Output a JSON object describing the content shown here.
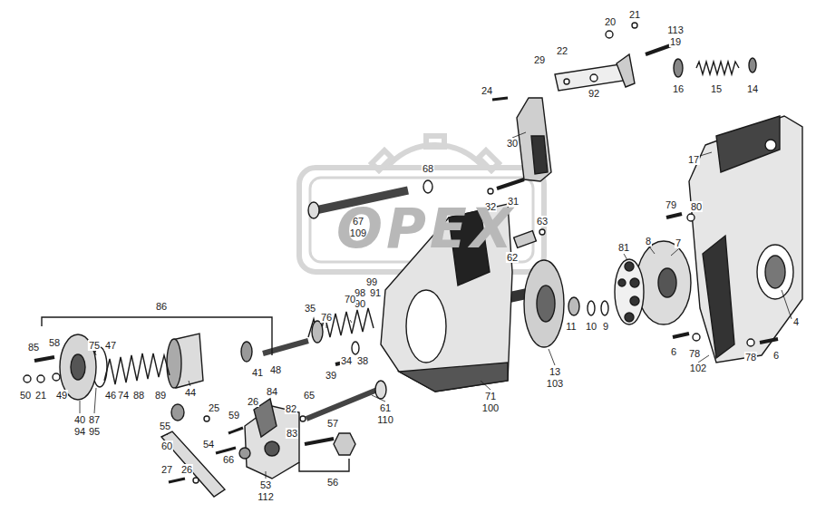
{
  "diagram": {
    "labels": [
      "20",
      "21",
      "113",
      "19",
      "22",
      "29",
      "92",
      "16",
      "15",
      "14",
      "24",
      "30",
      "17",
      "68",
      "31",
      "32",
      "67",
      "109",
      "63",
      "62",
      "79",
      "80",
      "81",
      "8",
      "7",
      "99",
      "98",
      "91",
      "90",
      "86",
      "35",
      "70",
      "76",
      "11",
      "10",
      "9",
      "6",
      "78",
      "102",
      "78",
      "6",
      "4",
      "13",
      "103",
      "85",
      "58",
      "75",
      "47",
      "34",
      "38",
      "39",
      "41",
      "48",
      "44",
      "46",
      "74",
      "88",
      "89",
      "65",
      "61",
      "110",
      "71",
      "100",
      "50",
      "21",
      "49",
      "40",
      "94",
      "87",
      "95",
      "26",
      "84",
      "82",
      "57",
      "25",
      "55",
      "59",
      "54",
      "83",
      "66",
      "60",
      "56",
      "53",
      "112",
      "27",
      "26",
      "OPEX"
    ]
  }
}
